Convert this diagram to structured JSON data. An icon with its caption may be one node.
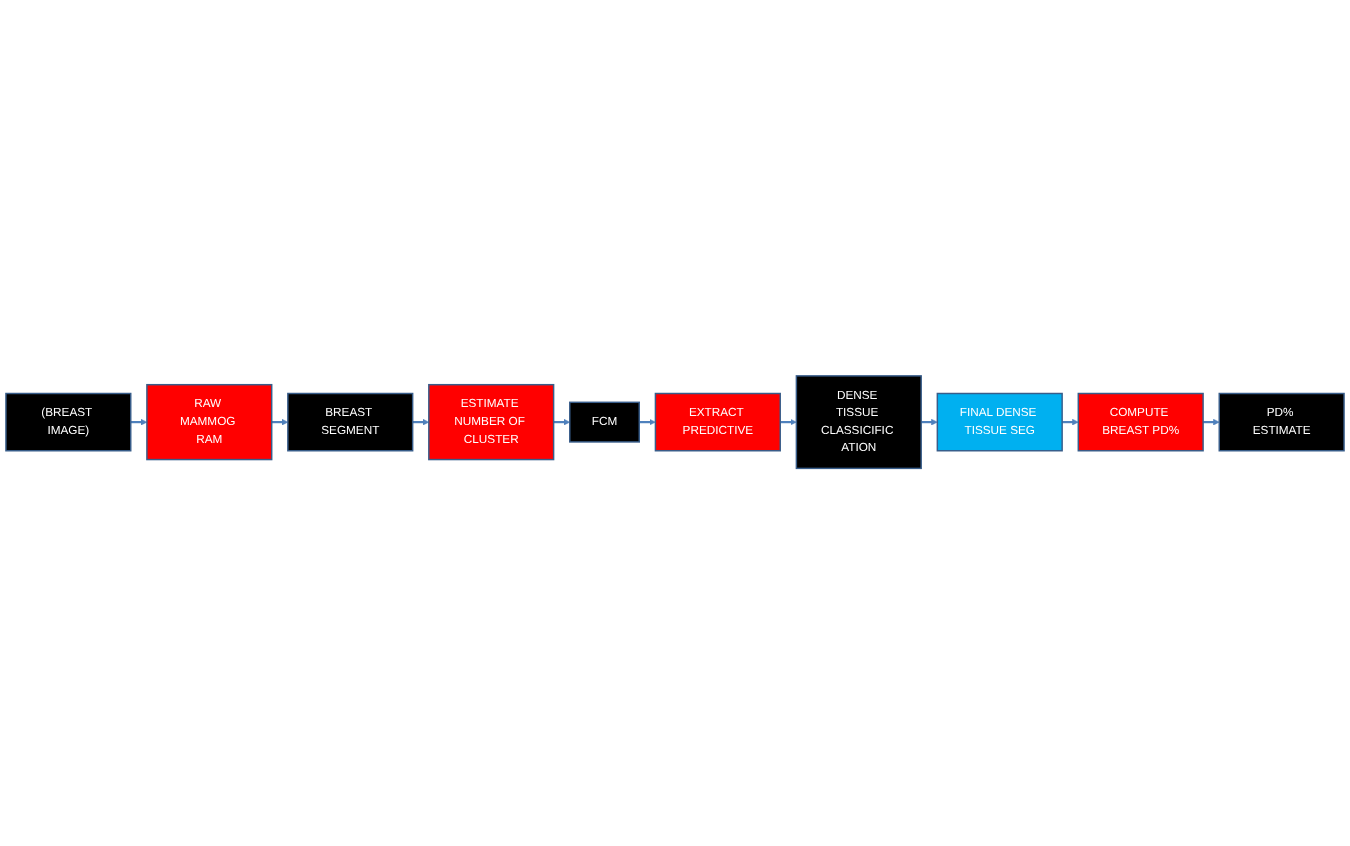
{
  "diagram": {
    "nodes": [
      {
        "text": [
          "(BREAST IMAGE)"
        ]
      },
      {
        "text": [
          "RAW MAMMOG RAM"
        ]
      },
      {
        "text": [
          "BREAST SEGMENT"
        ]
      },
      {
        "text": [
          "ESTIMATE NUMBER OF CLUSTER"
        ]
      },
      {
        "text": [
          "FCM"
        ]
      },
      {
        "text": [
          "EXTRACT PREDICTIVE"
        ]
      },
      {
        "text": [
          "DENSE TISSUE CLASSICIFIC ATION"
        ]
      },
      {
        "text": [
          "FINAL DENSE TISSUE SEG"
        ]
      },
      {
        "text": [
          "COMPUTE BREAST PD%"
        ]
      },
      {
        "text": [
          "PD% ESTIMATE"
        ]
      }
    ],
    "edges": [
      {
        "from": 0,
        "to": 1,
        "arrow": "to"
      },
      {
        "from": 1,
        "to": 2,
        "arrow": "to"
      },
      {
        "from": 2,
        "to": 3,
        "arrow": "to"
      },
      {
        "from": 3,
        "to": 4,
        "arrow": "to"
      },
      {
        "from": 4,
        "to": 5,
        "arrow": "to"
      },
      {
        "from": 5,
        "to": 6,
        "arrow": "to"
      },
      {
        "from": 6,
        "to": 7,
        "arrow": "to"
      },
      {
        "from": 7,
        "to": 8,
        "arrow": "to"
      },
      {
        "from": 8,
        "to": 9,
        "arrow": "to"
      }
    ]
  }
}
